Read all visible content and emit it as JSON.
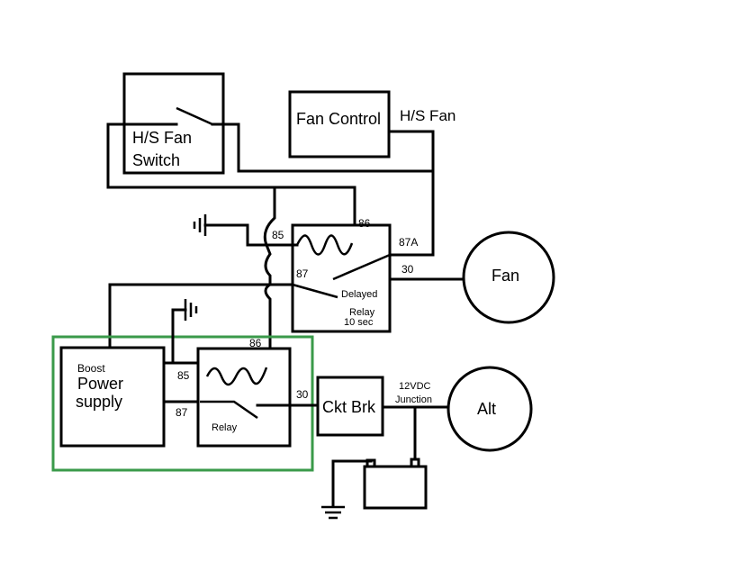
{
  "components": {
    "hs_fan_switch": {
      "line1": "H/S Fan",
      "line2": "Switch"
    },
    "fan_control": {
      "label": "Fan Control"
    },
    "hs_fan_wire": {
      "label": "H/S Fan"
    },
    "fan": {
      "label": "Fan"
    },
    "alt": {
      "label": "Alt"
    },
    "ckt_brk": {
      "label": "Ckt Brk"
    },
    "junction": {
      "line1": "12VDC",
      "line2": "Junction"
    },
    "boost_power_supply": {
      "line1": "Boost",
      "line2": "Power",
      "line3": "supply"
    },
    "delayed_relay": {
      "pin_86": "86",
      "pin_85": "85",
      "pin_87": "87",
      "pin_87a": "87A",
      "pin_30": "30",
      "line1": "Delayed",
      "line2": "Relay",
      "line3": "10 sec"
    },
    "relay": {
      "pin_86": "86",
      "pin_85": "85",
      "pin_87": "87",
      "pin_30": "30",
      "label": "Relay"
    }
  },
  "colors": {
    "line": "#000000",
    "highlight_box": "#3a9a4a",
    "background": "#ffffff"
  }
}
